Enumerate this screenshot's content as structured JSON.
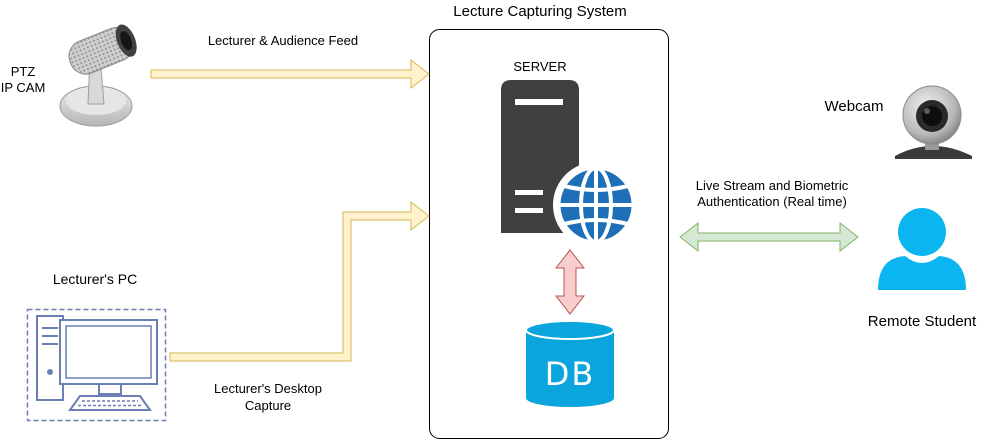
{
  "colors": {
    "feed_arrow_fill": "#fff2cc",
    "feed_arrow_stroke": "#d6b656",
    "db_arrow_fill": "#f8cecc",
    "db_arrow_stroke": "#b85450",
    "live_arrow_fill": "#d5e8d4",
    "live_arrow_stroke": "#82b366",
    "globe_blue": "#1e6fb8",
    "server_gray": "#404040",
    "db_cyan": "#0aa5dd",
    "user_cyan": "#0bb5f0",
    "pc_outline": "#6b7fb3"
  },
  "diagram": {
    "title": "Lecture Capturing System",
    "server_label": "SERVER",
    "db_label": "DB",
    "ptz_label_line1": "PTZ",
    "ptz_label_line2": "IP CAM",
    "feed_label": "Lecturer & Audience Feed",
    "pc_label": "Lecturer's PC",
    "desktop_label_line1": "Lecturer's Desktop",
    "desktop_label_line2": "Capture",
    "webcam_label": "Webcam",
    "live_label_line1": "Live Stream and Biometric",
    "live_label_line2": "Authentication (Real time)",
    "student_label": "Remote Student"
  },
  "icons": {
    "ptz_camera": "ptz-camera-icon",
    "server": "server-tower-icon",
    "globe": "globe-icon",
    "database": "database-icon",
    "pc": "desktop-pc-icon",
    "webcam": "webcam-icon",
    "user": "user-icon"
  }
}
